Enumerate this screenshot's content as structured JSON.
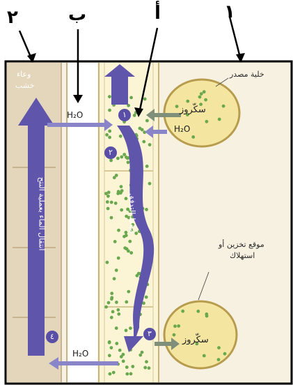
{
  "labels": {
    "num_1": "١",
    "num_2": "٢",
    "letter_a": "أ",
    "letter_b": "ب",
    "xylem_vessel_line1": "وعاء",
    "xylem_vessel_line2": "خشب",
    "source_cell": "خلية مصدر",
    "sucrose_top": "سكّروز",
    "sucrose_bottom": "سكّروز",
    "storage_site_line1": "موقع تخزين أو",
    "storage_site_line2": "استهلاك",
    "transpiration_pull": "انتقال الماء بعملية النتح",
    "pressure_flow": "ضغط التدفق",
    "water_1": "H₂O",
    "water_2": "H₂O",
    "water_3": "H₂O",
    "step_1": "١",
    "step_2": "٢",
    "step_3": "٣",
    "step_4": "٤"
  },
  "colors": {
    "arrow_purple": "#6a5fb3",
    "arrow_purple_dark": "#4f4596",
    "cell_fill": "#f3e7a6",
    "cell_border": "#b59a4a",
    "tube_bg": "#fbf7e4",
    "xylem_bg": "#e9dcc3",
    "sugar_dot": "#6aa84f",
    "pointer": "#000000",
    "gray_arrow": "#7f8f7a"
  }
}
